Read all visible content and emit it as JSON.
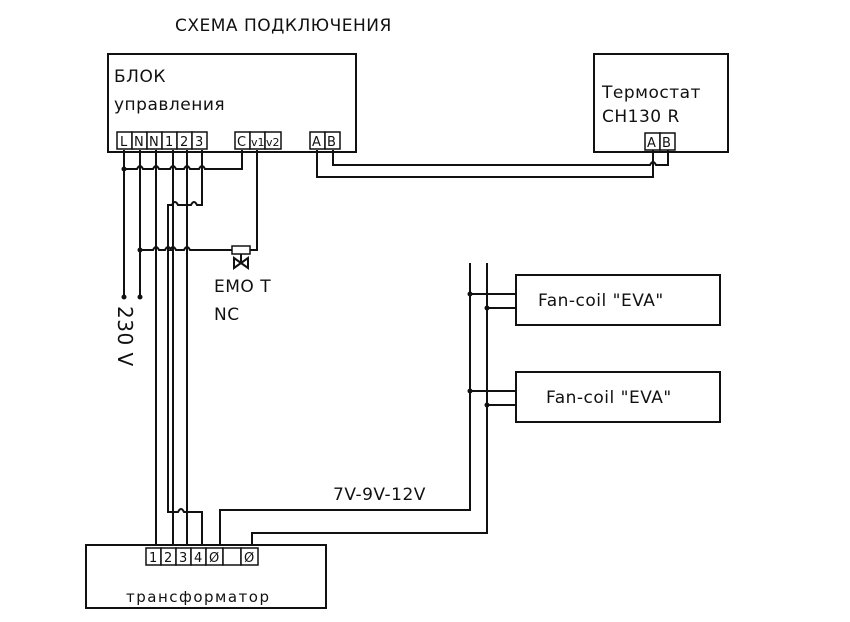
{
  "title": "СХЕМА ПОДКЛЮЧЕНИЯ",
  "control_unit": {
    "label_line1": "БЛОК",
    "label_line2": "управления",
    "terminals": [
      "L",
      "N",
      "N",
      "1",
      "2",
      "3",
      "C",
      "v1",
      "v2",
      "A",
      "B"
    ]
  },
  "thermostat": {
    "label_line1": "Термостат",
    "label_line2": "CH130 R",
    "terminals": [
      "A",
      "B"
    ]
  },
  "valve": {
    "label_line1": "EMO T",
    "label_line2": "NC",
    "icon": "valve-icon"
  },
  "power": {
    "label": "230 V"
  },
  "fan_coils": [
    {
      "label": "Fan-coil \"EVA\""
    },
    {
      "label": "Fan-coil \"EVA\""
    }
  ],
  "voltage_label": "7V-9V-12V",
  "transformer": {
    "label": "трансформатор",
    "terminals": [
      "1",
      "2",
      "3",
      "4",
      "Ø",
      "Ø"
    ]
  }
}
